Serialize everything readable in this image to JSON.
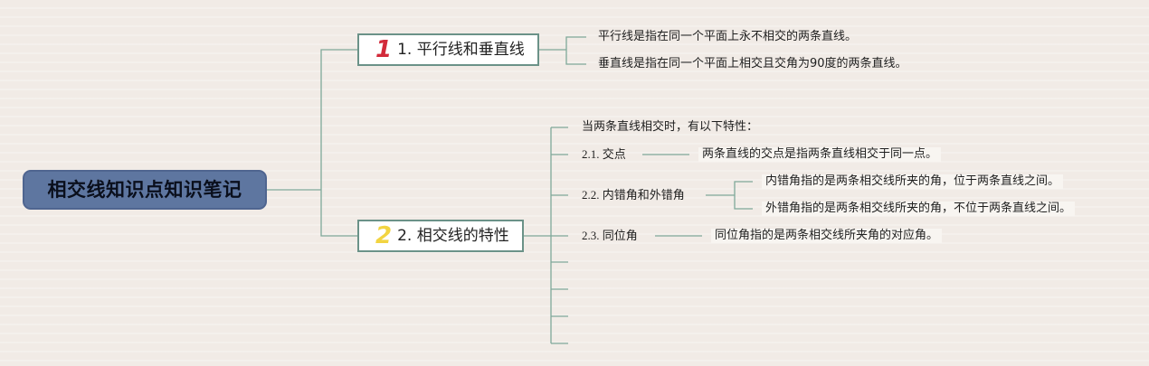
{
  "root": {
    "title": "相交线知识点知识笔记"
  },
  "branches": [
    {
      "badge": "1",
      "label": "1. 平行线和垂直线",
      "children": [
        {
          "text": "平行线是指在同一个平面上永不相交的两条直线。"
        },
        {
          "text": "垂直线是指在同一个平面上相交且交角为90度的两条直线。"
        }
      ]
    },
    {
      "badge": "2",
      "label": "2. 相交线的特性",
      "children": [
        {
          "text": "当两条直线相交时，有以下特性："
        },
        {
          "text": "2.1. 交点",
          "children": [
            {
              "text": "两条直线的交点是指两条直线相交于同一点。"
            }
          ]
        },
        {
          "text": "2.2. 内错角和外错角",
          "children": [
            {
              "text": "内错角指的是两条相交线所夹的角，位于两条直线之间。"
            },
            {
              "text": "外错角指的是两条相交线所夹的角，不位于两条直线之间。"
            }
          ]
        },
        {
          "text": "2.3. 同位角",
          "children": [
            {
              "text": "同位角指的是两条相交线所夹角的对应角。"
            }
          ]
        }
      ]
    }
  ],
  "colors": {
    "background": "#f1ebe6",
    "root_fill": "#5e76a0",
    "branch_border": "#6b9288",
    "connector": "#7fa89a",
    "badge_1": "#d22a3a",
    "badge_2": "#f2d441"
  }
}
